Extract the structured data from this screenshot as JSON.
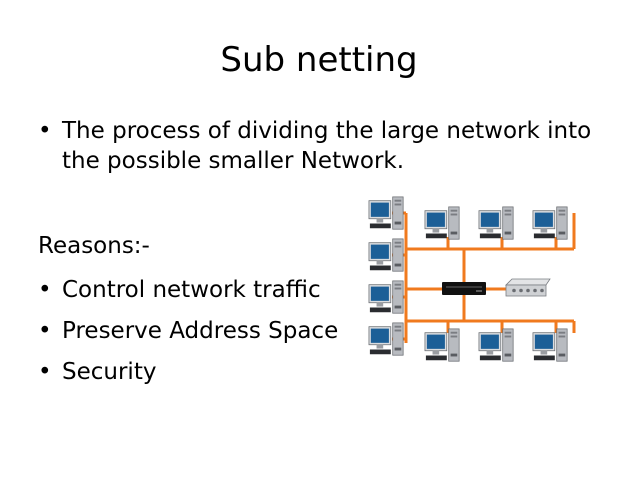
{
  "slide": {
    "title": "Sub netting",
    "definition": "The process of dividing the large network into the possible smaller Network.",
    "reasons_heading": "Reasons:-",
    "reasons": [
      "Control network traffic",
      "Preserve Address Space",
      "Security"
    ],
    "bullet_glyph": "•"
  },
  "diagram": {
    "icons": [
      "computer-icon",
      "switch-icon",
      "router-icon"
    ],
    "cable_color": "#f07a1e",
    "screen_color": "#1c5f97",
    "tower_color": "#b8bbc0",
    "switch_color": "#111111"
  }
}
